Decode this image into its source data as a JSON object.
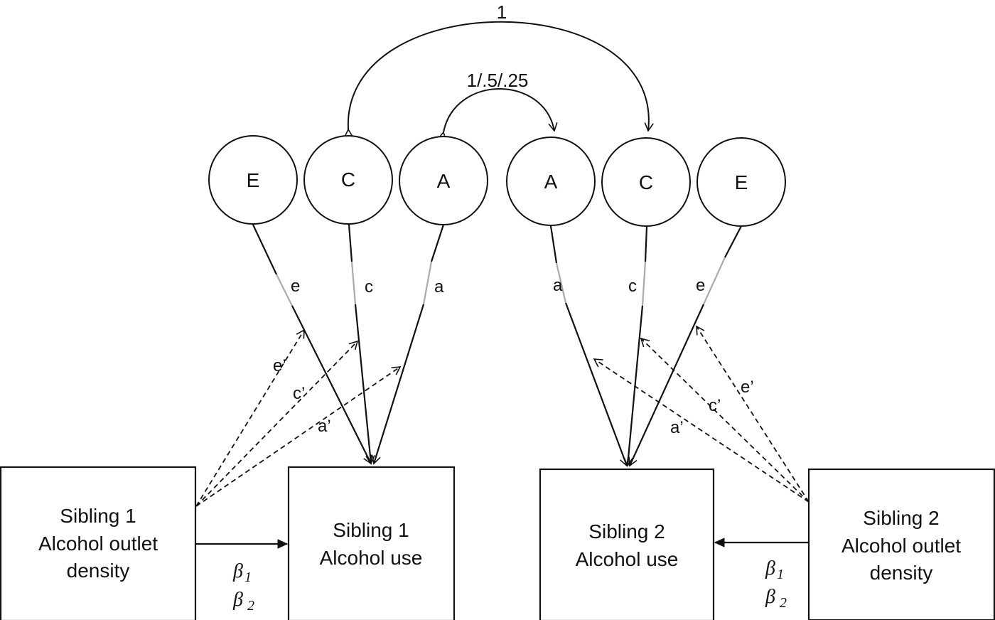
{
  "correlations": {
    "c_label": "1",
    "a_label": "1/.5/.25"
  },
  "latents": {
    "sib1": {
      "e": "E",
      "c": "C",
      "a": "A"
    },
    "sib2": {
      "a": "A",
      "c": "C",
      "e": "E"
    }
  },
  "paths": {
    "sib1": {
      "e": "e",
      "c": "c",
      "a": "a"
    },
    "sib2": {
      "a": "a",
      "c": "c",
      "e": "e"
    }
  },
  "moderation_paths": {
    "sib1": {
      "e": "e’",
      "c": "c’",
      "a": "a’"
    },
    "sib2": {
      "e": "e’",
      "c": "c’",
      "a": "a’"
    }
  },
  "boxes": {
    "sib1_density": [
      "Sibling 1",
      "Alcohol outlet",
      "density"
    ],
    "sib1_use": [
      "Sibling 1",
      "Alcohol use"
    ],
    "sib2_use": [
      "Sibling 2",
      "Alcohol use"
    ],
    "sib2_density": [
      "Sibling 2",
      "Alcohol outlet",
      "density"
    ]
  },
  "betas": {
    "sib1": {
      "b1": "β",
      "b1_sub": "1",
      "b2": "β",
      "b2_sub": "2"
    },
    "sib2": {
      "b1": "β",
      "b1_sub": "1",
      "b2": "β",
      "b2_sub": "2"
    }
  },
  "colors": {
    "line": "#111111",
    "gray_segment": "#aaaaaa",
    "background": "#ffffff"
  }
}
